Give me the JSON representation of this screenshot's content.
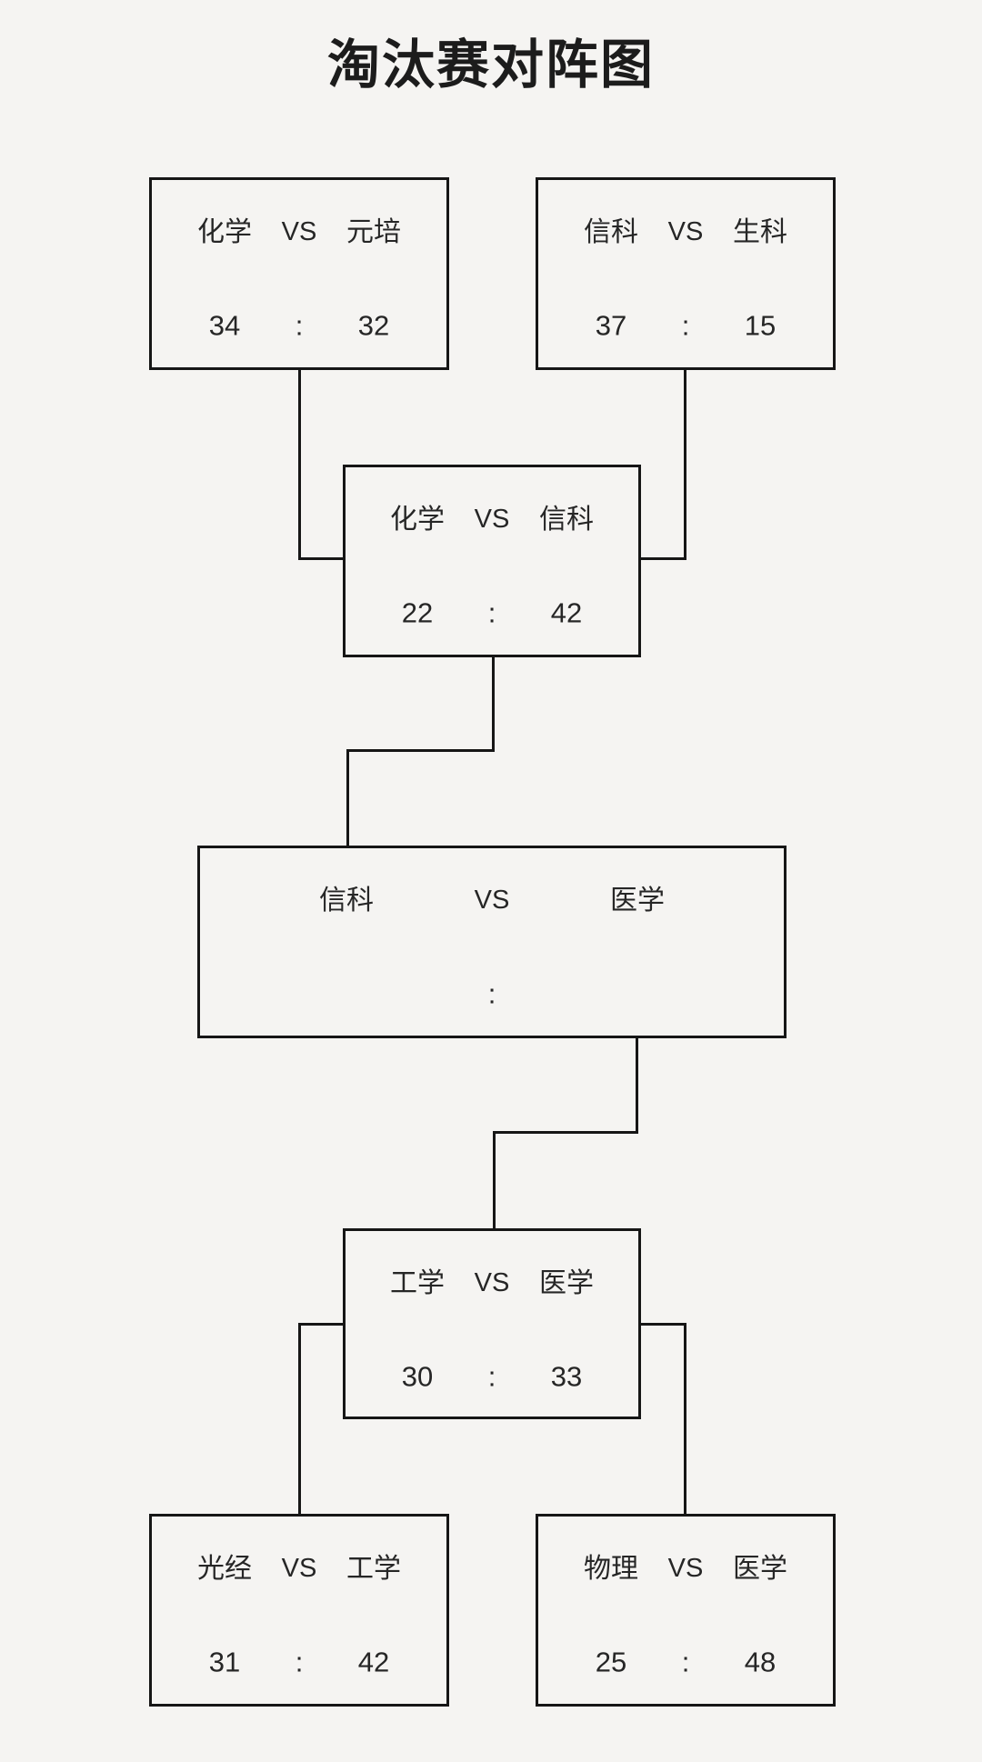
{
  "title": "淘汰赛对阵图",
  "labels": {
    "vs": "VS",
    "colon": ":"
  },
  "colors": {
    "background": "#f5f4f2",
    "line": "#161616",
    "text": "#262626",
    "title": "#1c1c1c"
  },
  "matches": {
    "qf_left": {
      "team_a": "化学",
      "team_b": "元培",
      "score_a": "34",
      "score_b": "32"
    },
    "qf_right": {
      "team_a": "信科",
      "team_b": "生科",
      "score_a": "37",
      "score_b": "15"
    },
    "semi_top": {
      "team_a": "化学",
      "team_b": "信科",
      "score_a": "22",
      "score_b": "42"
    },
    "final": {
      "team_a": "信科",
      "team_b": "医学",
      "score_a": "",
      "score_b": ""
    },
    "semi_bottom": {
      "team_a": "工学",
      "team_b": "医学",
      "score_a": "30",
      "score_b": "33"
    },
    "qf_bottom_left": {
      "team_a": "光经",
      "team_b": "工学",
      "score_a": "31",
      "score_b": "42"
    },
    "qf_bottom_right": {
      "team_a": "物理",
      "team_b": "医学",
      "score_a": "25",
      "score_b": "48"
    }
  }
}
